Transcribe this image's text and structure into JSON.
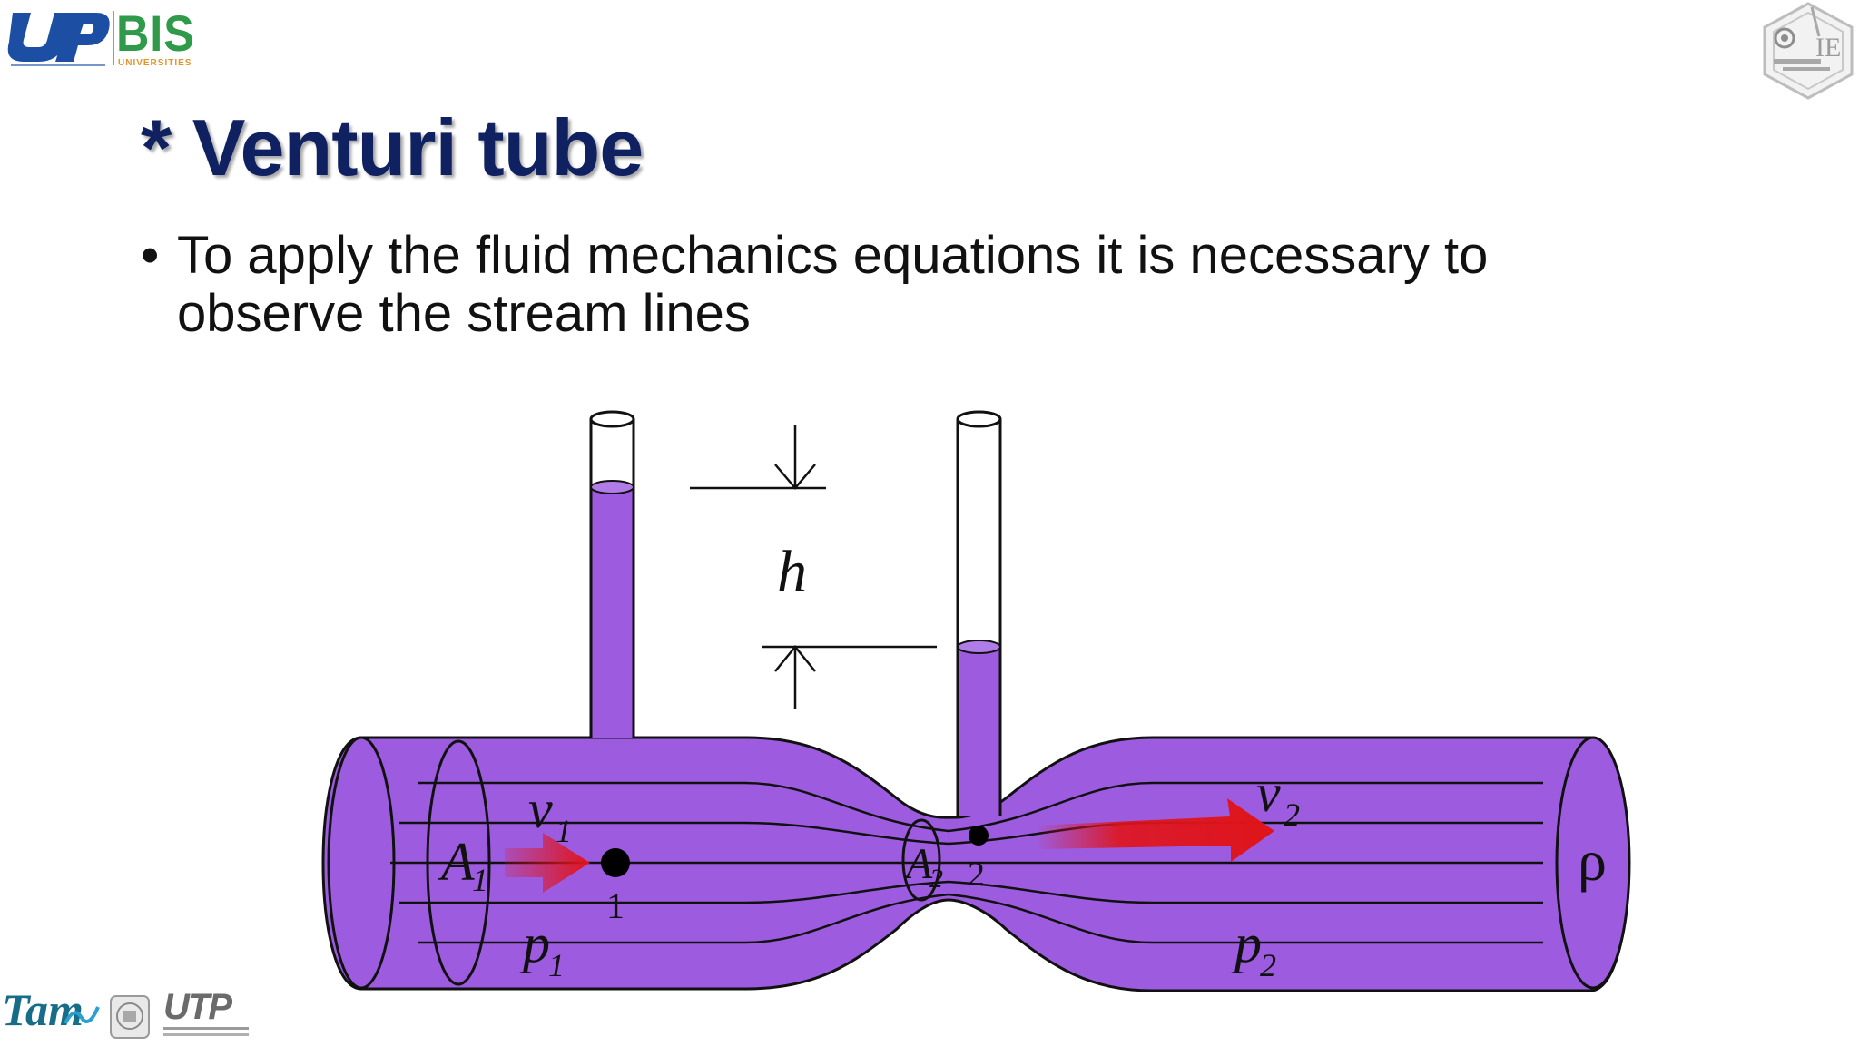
{
  "slide": {
    "title": "* Venturi tube",
    "bullets": [
      "To apply the fluid mechanics equations it is necessary to observe the stream lines"
    ],
    "bullet_glyph": "•"
  },
  "diagram": {
    "labels": {
      "h": "h",
      "v1": "v",
      "v1_sub": "1",
      "v2": "v",
      "v2_sub": "2",
      "A1": "A",
      "A1_sub": "1",
      "A2": "A",
      "A2_sub": "2",
      "p1": "p",
      "p1_sub": "1",
      "p2": "p",
      "p2_sub": "2",
      "point1": "1",
      "point2": "2",
      "rho": "ρ"
    },
    "colors": {
      "fluid": "#9d5ce0",
      "outline": "#111111",
      "arrow": "#e0141a"
    }
  },
  "logos": {
    "top_left_1": "UP",
    "top_left_2": "BIS",
    "top_left_2_sub": "UNIVERSITIES",
    "top_right": "IE",
    "bottom_left_1": "Tam",
    "bottom_left_3": "UTP"
  },
  "colors": {
    "title": "#0f2160",
    "text": "#111111",
    "logo_blue": "#1c4fa3",
    "logo_green": "#2e9a4a",
    "logo_orange": "#e7932a"
  }
}
